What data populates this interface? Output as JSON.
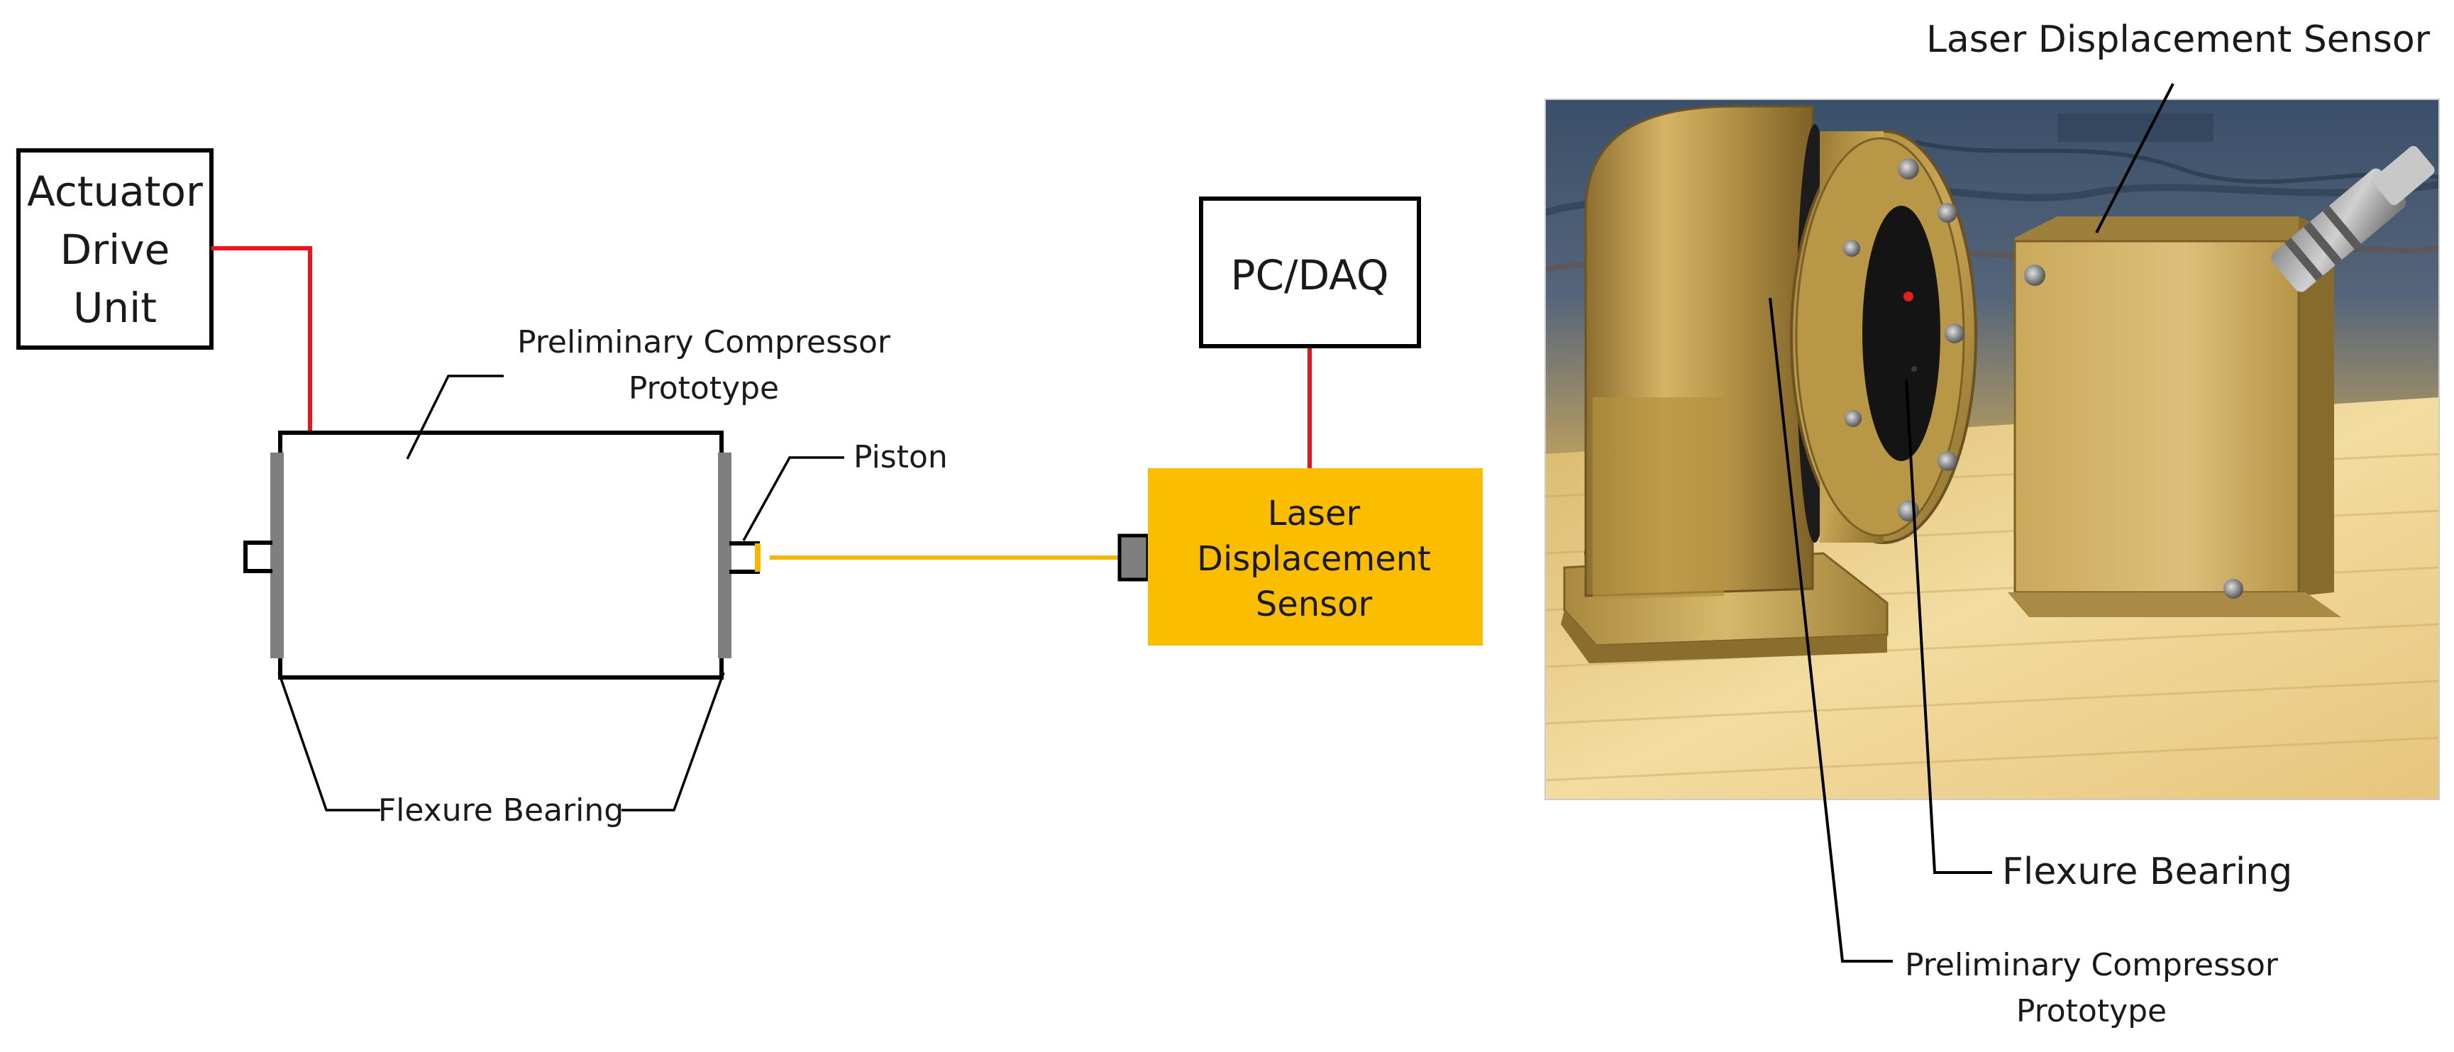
{
  "actuator": {
    "line1": "Actuator",
    "line2": "Drive",
    "line3": "Unit"
  },
  "pcdaq": {
    "label": "PC/DAQ"
  },
  "sensor": {
    "line1": "Laser",
    "line2": "Displacement",
    "line3": "Sensor"
  },
  "labels": {
    "compressor_line1": "Preliminary Compressor",
    "compressor_line2": "Prototype",
    "piston": "Piston",
    "flexure": "Flexure Bearing"
  },
  "photo_labels": {
    "sensor": "Laser Displacement Sensor",
    "flexure": "Flexure Bearing",
    "compressor_line1": "Preliminary Compressor",
    "compressor_line2": "Prototype"
  },
  "colors": {
    "red_wire": "#e8141e",
    "laser_beam": "#f5b800",
    "sensor_fill": "#fbbd00",
    "bearing_gray": "#7f7f7f",
    "brass": "#c4a255"
  }
}
